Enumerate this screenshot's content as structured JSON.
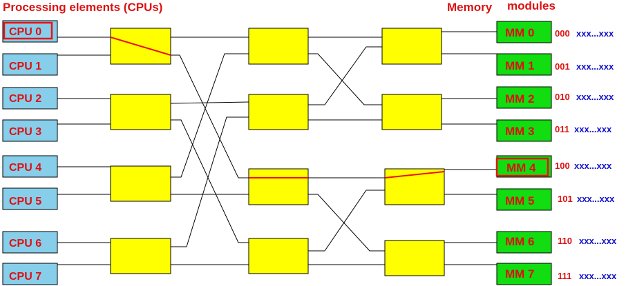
{
  "headers": {
    "processors": "Processing elements (CPUs)",
    "memory_word": "Memory",
    "modules_word": "modules"
  },
  "cpus": [
    "CPU 0",
    "CPU 1",
    "CPU 2",
    "CPU 3",
    "CPU 4",
    "CPU 5",
    "CPU 6",
    "CPU 7"
  ],
  "memory_modules": [
    "MM 0",
    "MM 1",
    "MM 2",
    "MM 3",
    "MM 4",
    "MM 5",
    "MM 6",
    "MM 7"
  ],
  "addresses": [
    {
      "bits": "000",
      "rest": "xxx...xxx"
    },
    {
      "bits": "001",
      "rest": "xxx...xxx"
    },
    {
      "bits": "010",
      "rest": "xxx...xxx"
    },
    {
      "bits": "011",
      "rest": "xxx...xxx"
    },
    {
      "bits": "100",
      "rest": "xxx...xxx"
    },
    {
      "bits": "101",
      "rest": "xxx...xxx"
    },
    {
      "bits": "110",
      "rest": "xxx...xxx"
    },
    {
      "bits": "111",
      "rest": "xxx...xxx"
    }
  ],
  "highlighted": {
    "cpu": "CPU 0",
    "memory_module": "MM 4"
  },
  "colors": {
    "cpu_fill": "#87ceeb",
    "mm_fill": "#11dd11",
    "switch_fill": "#ffff00",
    "label_red": "#dd1111",
    "address_blue": "#1111cc",
    "route_red": "#ee1111"
  }
}
